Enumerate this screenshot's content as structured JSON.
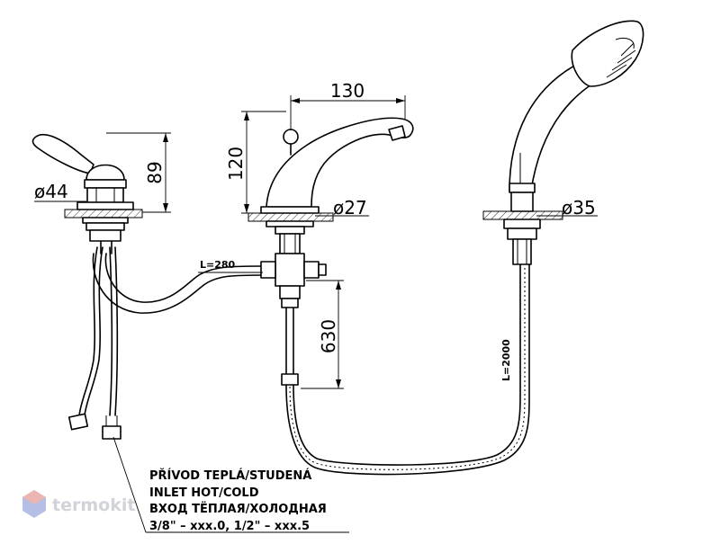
{
  "dimensions": {
    "spout_width": "130",
    "spout_height": "120",
    "lever_height": "89",
    "lever_diameter": "ø44",
    "spout_diameter": "ø27",
    "shower_diameter": "ø35",
    "supply_length": "630",
    "pipe_length": "L=280",
    "hose_length": "L=2000"
  },
  "notes": {
    "line1": "PŘÍVOD TEPLÁ/STUDENÁ",
    "line2": "INLET HOT/COLD",
    "line3": "ВХОД ТЁПЛАЯ/ХОЛОДНАЯ",
    "line4": "3/8\" – xxx.0, 1/2\" – xxx.5"
  },
  "watermark": {
    "text": "termokit",
    "icon": "hexagon-logo-icon",
    "colors": [
      "#e8a9a4",
      "#a9b3e0"
    ]
  }
}
